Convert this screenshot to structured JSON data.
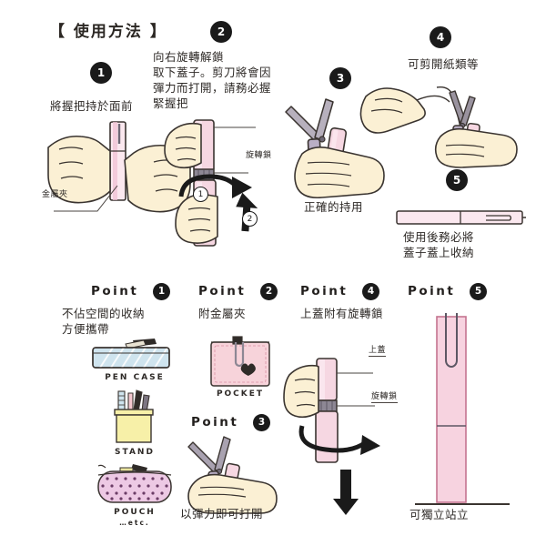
{
  "page": {
    "title": "【 使用方法 】",
    "bg": "#ffffff",
    "ink": "#231f20",
    "colors": {
      "pen_body": "#f6d7e2",
      "pen_body_light": "#fbe8ef",
      "skin": "#fbf0d4",
      "metal": "#8d8794",
      "badge": "#1a1a1a",
      "pen_case": "#cfe4ee",
      "stand": "#f7f0a8",
      "pouch": "#edc9e4",
      "pocket": "#f7d3da"
    }
  },
  "steps": [
    {
      "num": "1",
      "caption": "將握把持於面前",
      "labels": [
        {
          "text": "金屬夾"
        }
      ],
      "illustration": "two-hands-holding-pen"
    },
    {
      "num": "2",
      "caption": "向右旋轉解鎖\n取下蓋子。剪刀將會因\n彈力而打開，請務必握\n緊握把",
      "labels": [
        {
          "text": "旋轉鎖"
        }
      ],
      "markers": [
        "1",
        "2"
      ],
      "illustration": "hands-twisting-cap"
    },
    {
      "num": "3",
      "caption": "正確的持用",
      "labels": [],
      "illustration": "hand-holding-open-scissors"
    },
    {
      "num": "4",
      "caption": "可剪開紙類等",
      "labels": [],
      "illustration": "cutting-paper"
    },
    {
      "num": "5",
      "caption": "使用後務必將\n蓋子蓋上收納",
      "labels": [],
      "illustration": "closed-pen-horizontal"
    }
  ],
  "points": {
    "word": "Point",
    "items": [
      {
        "num": "1",
        "caption": "不佔空間的收納\n方便攜帶",
        "figures": [
          {
            "label": "PEN CASE",
            "sub": "",
            "illustration": "pen-case"
          },
          {
            "label": "STAND",
            "sub": "",
            "illustration": "pen-stand"
          },
          {
            "label": "POUCH",
            "sub": "…etc.",
            "illustration": "pouch"
          }
        ]
      },
      {
        "num": "2",
        "caption": "附金屬夾",
        "figures": [
          {
            "label": "POCKET",
            "sub": "",
            "illustration": "shirt-pocket"
          }
        ]
      },
      {
        "num": "3",
        "caption": "以彈力即可打開",
        "figures": [],
        "illustration": "hand-spring-open"
      },
      {
        "num": "4",
        "caption": "上蓋附有旋轉鎖",
        "labels": [
          {
            "text": "上蓋"
          },
          {
            "text": "旋轉鎖"
          }
        ],
        "figures": [],
        "illustration": "hand-cap-lock"
      },
      {
        "num": "5",
        "caption": "可獨立站立",
        "figures": [],
        "illustration": "standing-pen"
      }
    ]
  }
}
